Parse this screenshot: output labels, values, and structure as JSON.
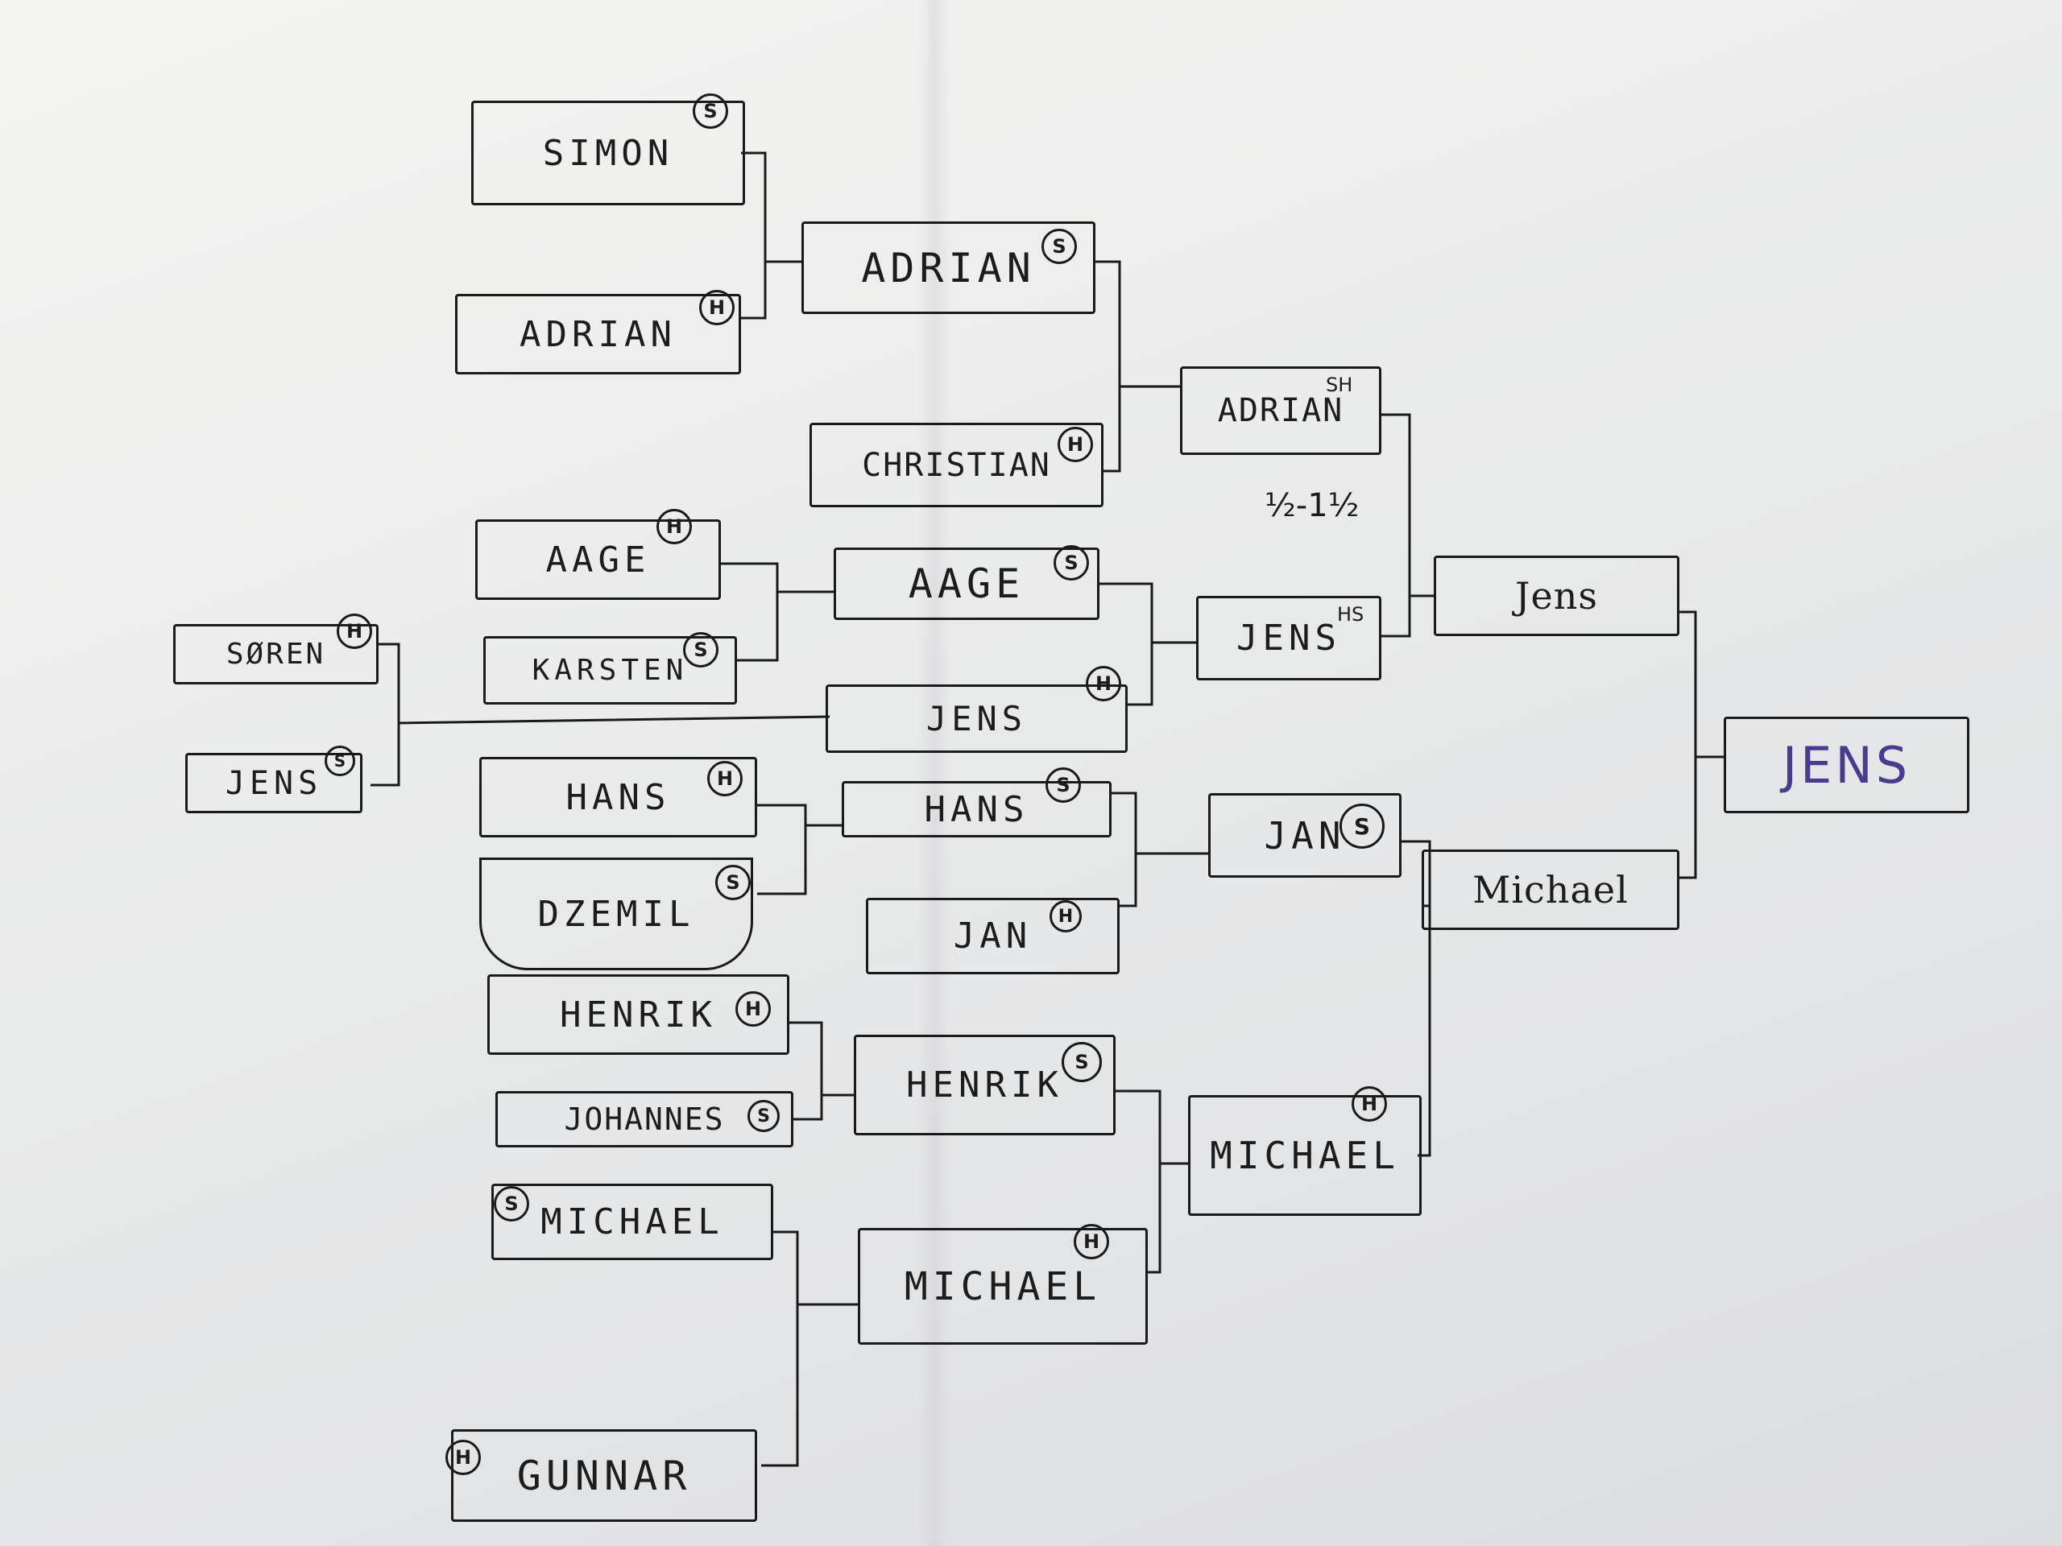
{
  "colors": {
    "ink": "#1a1a1a",
    "champion_ink": "#4b3b8f",
    "paper": "#f1f1f0"
  },
  "entries": {
    "r1_simon": {
      "name": "SIMON",
      "badge": "S"
    },
    "r1_adrian": {
      "name": "ADRIAN",
      "badge": "H"
    },
    "r1_aage": {
      "name": "AAGE",
      "badge": "H"
    },
    "r1_karsten": {
      "name": "KARSTEN",
      "badge": "S"
    },
    "r1_soren": {
      "name": "SØREN",
      "badge": "H"
    },
    "r1_jens": {
      "name": "JENS",
      "badge": "S"
    },
    "r1_hans": {
      "name": "HANS",
      "badge": "H"
    },
    "r1_dzemil": {
      "name": "DZEMIL",
      "badge": "S"
    },
    "r1_henrik": {
      "name": "HENRIK",
      "badge": "H"
    },
    "r1_johannes": {
      "name": "JOHANNES",
      "badge": "S"
    },
    "r1_michael": {
      "name": "MICHAEL",
      "badge": "S"
    },
    "r1_gunnar": {
      "name": "GUNNAR",
      "badge": "H"
    },
    "r2_adrian": {
      "name": "ADRIAN",
      "badge": "S"
    },
    "r2_christian": {
      "name": "CHRISTIAN",
      "badge": "H"
    },
    "r2_aage": {
      "name": "AAGE",
      "badge": "S"
    },
    "r2_jens": {
      "name": "JENS",
      "badge": "H"
    },
    "r2_hans": {
      "name": "HANS",
      "badge": "S"
    },
    "r2_jan": {
      "name": "JAN",
      "badge": "H"
    },
    "r2_henrik": {
      "name": "HENRIK",
      "badge": "S"
    },
    "r2_michael": {
      "name": "MICHAEL",
      "badge": "H"
    },
    "r3_adrian": {
      "name": "ADRIAN",
      "tag": "SH"
    },
    "r3_jens": {
      "name": "JENS",
      "tag": "HS"
    },
    "r3_jan": {
      "name": "JAN",
      "badge": "S"
    },
    "r3_michael": {
      "name": "MICHAEL",
      "badge": "H"
    },
    "r4_jens": {
      "name": "Jens"
    },
    "r4_michael": {
      "name": "Michael"
    },
    "final_jens": {
      "name": "JENS"
    }
  },
  "score_note": "½-1½"
}
